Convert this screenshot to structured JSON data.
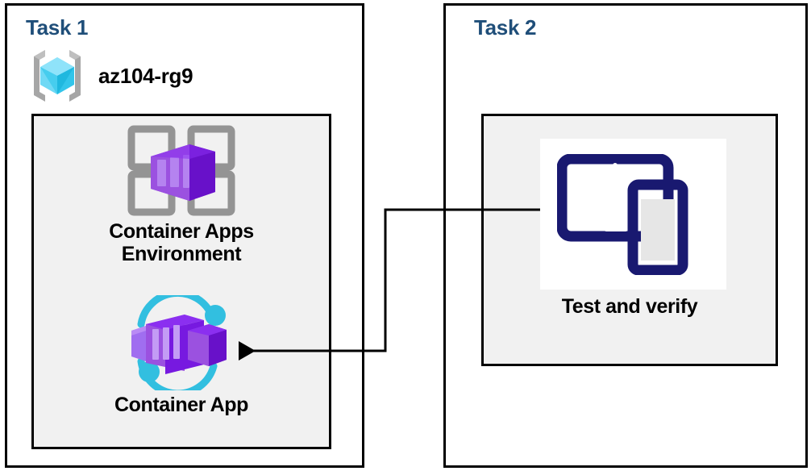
{
  "diagram": {
    "title_color": "#1f4e79",
    "panel_fill": "#f1f1f1",
    "border_color": "#000000"
  },
  "task1": {
    "label": "Task 1",
    "resource_group": {
      "icon": "resource-group-icon",
      "name": "az104-rg9"
    },
    "resources": [
      {
        "icon": "container-apps-environment-icon",
        "caption_line1": "Container Apps",
        "caption_line2": "Environment"
      },
      {
        "icon": "container-app-icon",
        "caption_line1": "Container App",
        "caption_line2": ""
      }
    ]
  },
  "task2": {
    "label": "Task 2",
    "card": {
      "icon": "tablet-and-phone-icon",
      "caption": "Test and verify"
    }
  },
  "connector": {
    "name": "test-to-container-app-arrow",
    "direction": "points-left",
    "from": "tablet-and-phone-icon",
    "to": "container-app-icon"
  }
}
